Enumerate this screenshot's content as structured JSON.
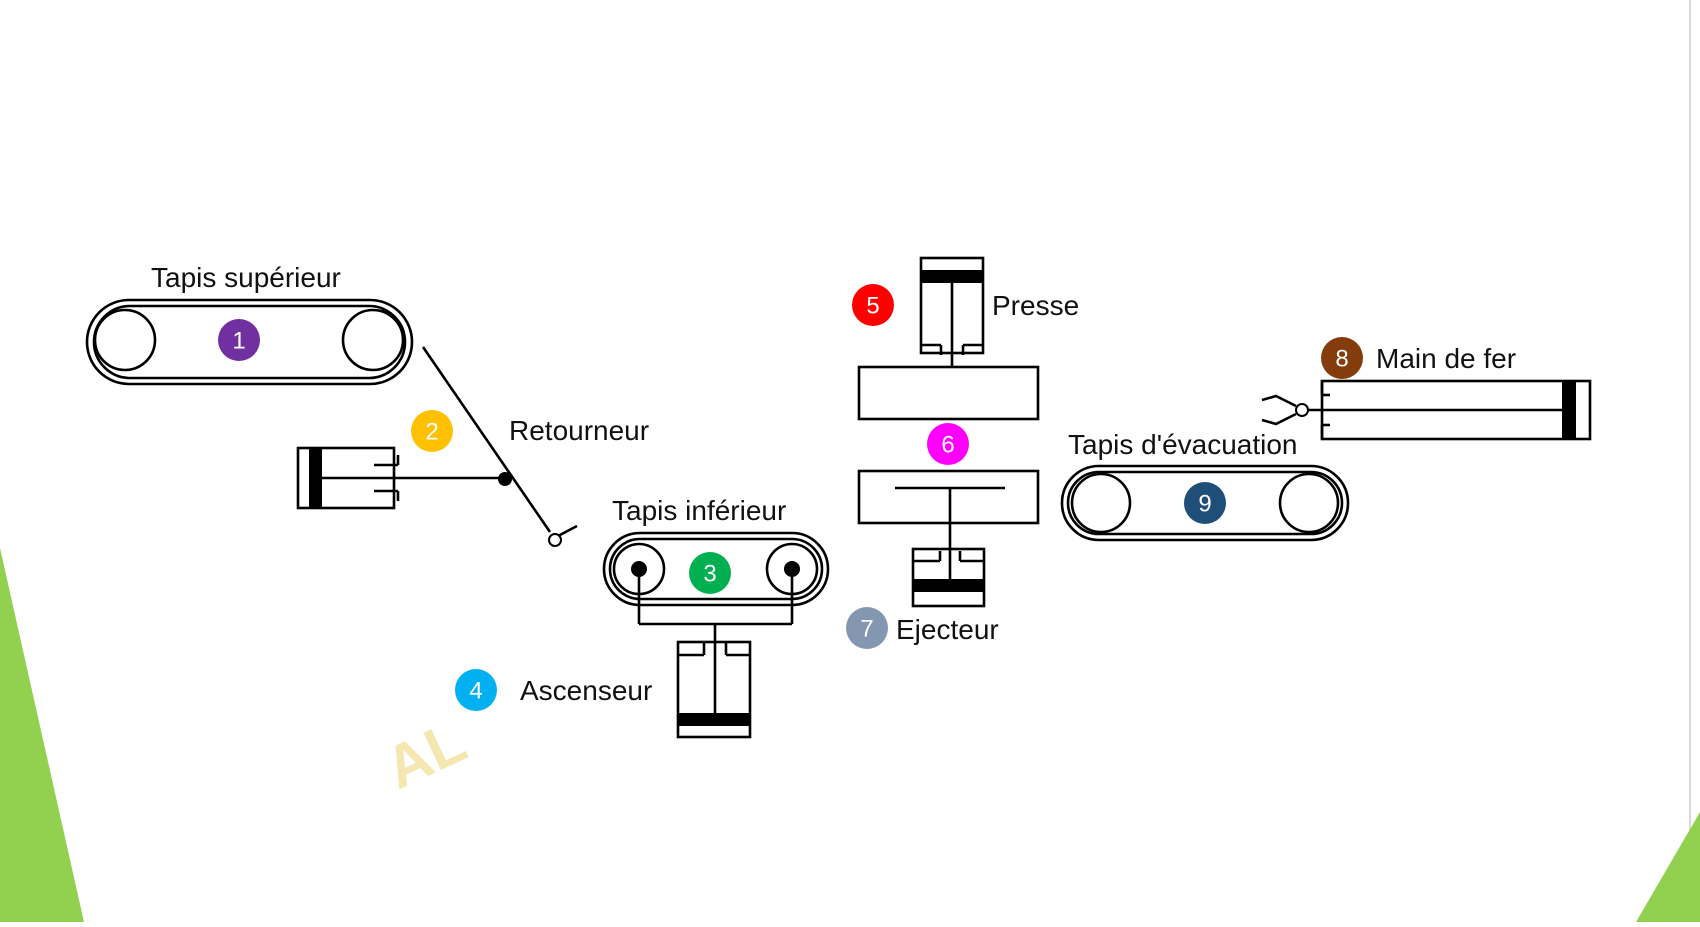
{
  "labels": {
    "tapis_superieur": "Tapis supérieur",
    "retourneur": "Retourneur",
    "tapis_inferieur": "Tapis inférieur",
    "ascenseur": "Ascenseur",
    "presse": "Presse",
    "ejecteur": "Ejecteur",
    "main_de_fer": "Main de fer",
    "tapis_evacuation": "Tapis d'évacuation"
  },
  "markers": [
    {
      "id": "1",
      "color": "#7030A0"
    },
    {
      "id": "2",
      "color": "#FFC000"
    },
    {
      "id": "3",
      "color": "#00B050"
    },
    {
      "id": "4",
      "color": "#00B0F0"
    },
    {
      "id": "5",
      "color": "#FF0000"
    },
    {
      "id": "6",
      "color": "#FF00FF"
    },
    {
      "id": "7",
      "color": "#8497B0"
    },
    {
      "id": "8",
      "color": "#843C0C"
    },
    {
      "id": "9",
      "color": "#1F4E79"
    }
  ],
  "watermark": "AL",
  "colors": {
    "accent_green": "#92D050",
    "line": "#000000"
  }
}
